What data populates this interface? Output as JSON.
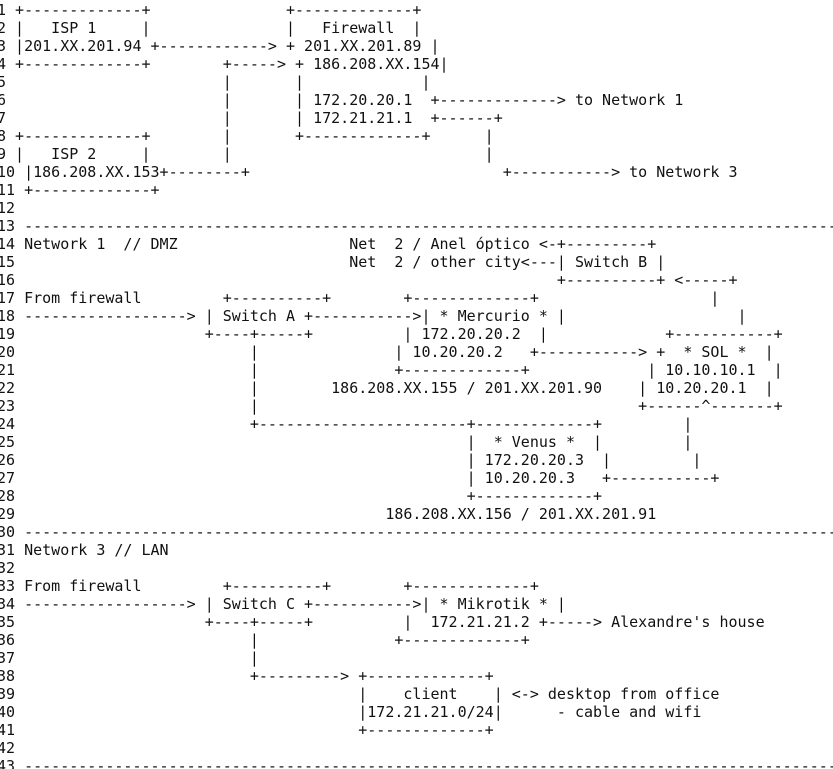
{
  "lines": [
    "1 +-------------+               +-------------+",
    "2 |   ISP 1     |               |   Firewall  |",
    "3 |201.XX.201.94 +------------> + 201.XX.201.89 |",
    "4 +-------------+        +-----> + 186.208.XX.154|",
    "5                        |       |             |",
    "6                        |       | 172.20.20.1  +-------------> to Network 1",
    "7                        |       | 172.21.21.1  +------+",
    "8 +-------------+        |       +-------------+      |",
    "9 |   ISP 2     |        |                            |",
    "10 |186.208.XX.153+--------+                            +-----------> to Network 3",
    "11 +-------------+",
    "12",
    "13 --------------------------------------------------------------------------------------------",
    "14 Network 1  // DMZ                   Net  2 / Anel óptico <-+---------+",
    "15                                     Net  2 / other city<---| Switch B |",
    "16                                                            +----------+ <-----+",
    "17 From firewall         +----------+        +-------------+                   |",
    "18 ------------------> | Switch A +----------->| * Mercurio * |                   |",
    "19                     +----+-----+          | 172.20.20.2  |             +-----------+",
    "20                          |               | 10.20.20.2   +-----------> +  * SOL *  |",
    "21                          |               +-------------+             | 10.10.10.1  |",
    "22                          |        186.208.XX.155 / 201.XX.201.90    | 10.20.20.1  |",
    "23                          |                                          +------^-------+",
    "24                          +-----------------------+-------------+         |",
    "25                                                  |  * Venus *  |         |",
    "26                                                  | 172.20.20.3  |         |",
    "27                                                  | 10.20.20.3   +-----------+",
    "28                                                  +-------------+",
    "29                                         186.208.XX.156 / 201.XX.201.91",
    "30 --------------------------------------------------------------------------------------------",
    "31 Network 3 // LAN",
    "32",
    "33 From firewall         +----------+        +-------------+",
    "34 ------------------> | Switch C +----------->| * Mikrotik * |",
    "35                     +----+-----+          |  172.21.21.2 +-----> Alexandre's house",
    "36                          |               +-------------+",
    "37                          |",
    "38                          +---------> +-------------+",
    "39                                      |    client    | <-> desktop from office",
    "40                                      |172.21.21.0/24|      - cable and wifi",
    "41                                      +-------------+",
    "42",
    "43 --------------------------------------------------------------------------------------------"
  ]
}
